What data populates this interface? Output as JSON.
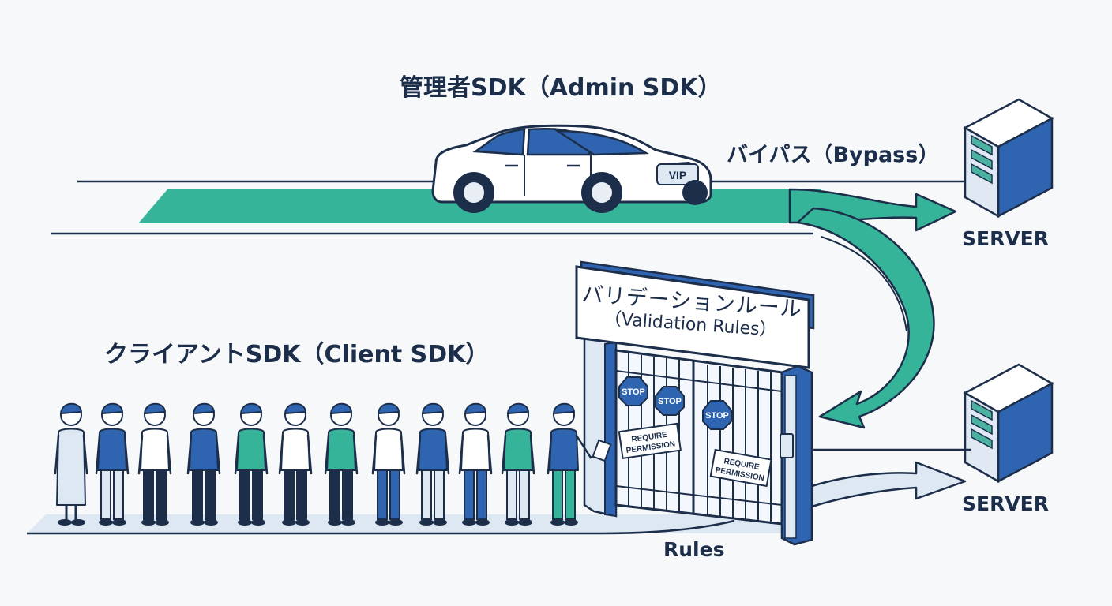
{
  "labels": {
    "admin_title": "管理者SDK（Admin SDK）",
    "bypass": "バイパス（Bypass）",
    "server_top": "SERVER",
    "server_bottom": "SERVER",
    "client_title": "クライアントSDK（Client SDK）",
    "rules": "Rules"
  },
  "gate": {
    "sign_line1": "バリデーションルール",
    "sign_line2": "（Validation Rules）",
    "stop_signs": [
      "STOP",
      "STOP",
      "STOP"
    ],
    "permission_signs": [
      {
        "line1": "REQUIRE",
        "line2": "PERMISSION"
      },
      {
        "line1": "REQUIRE",
        "line2": "PERMISSION"
      }
    ]
  },
  "car": {
    "plate": "VIP"
  },
  "colors": {
    "navy": "#1c2e4a",
    "blue": "#2f64b0",
    "teal": "#36b49a",
    "pale_blue": "#dde8f3",
    "server_face": "#dfe8f3",
    "server_side": "#2f64b0",
    "server_slot": "#4bb2a1",
    "stop_sign": "#2f64b0"
  }
}
